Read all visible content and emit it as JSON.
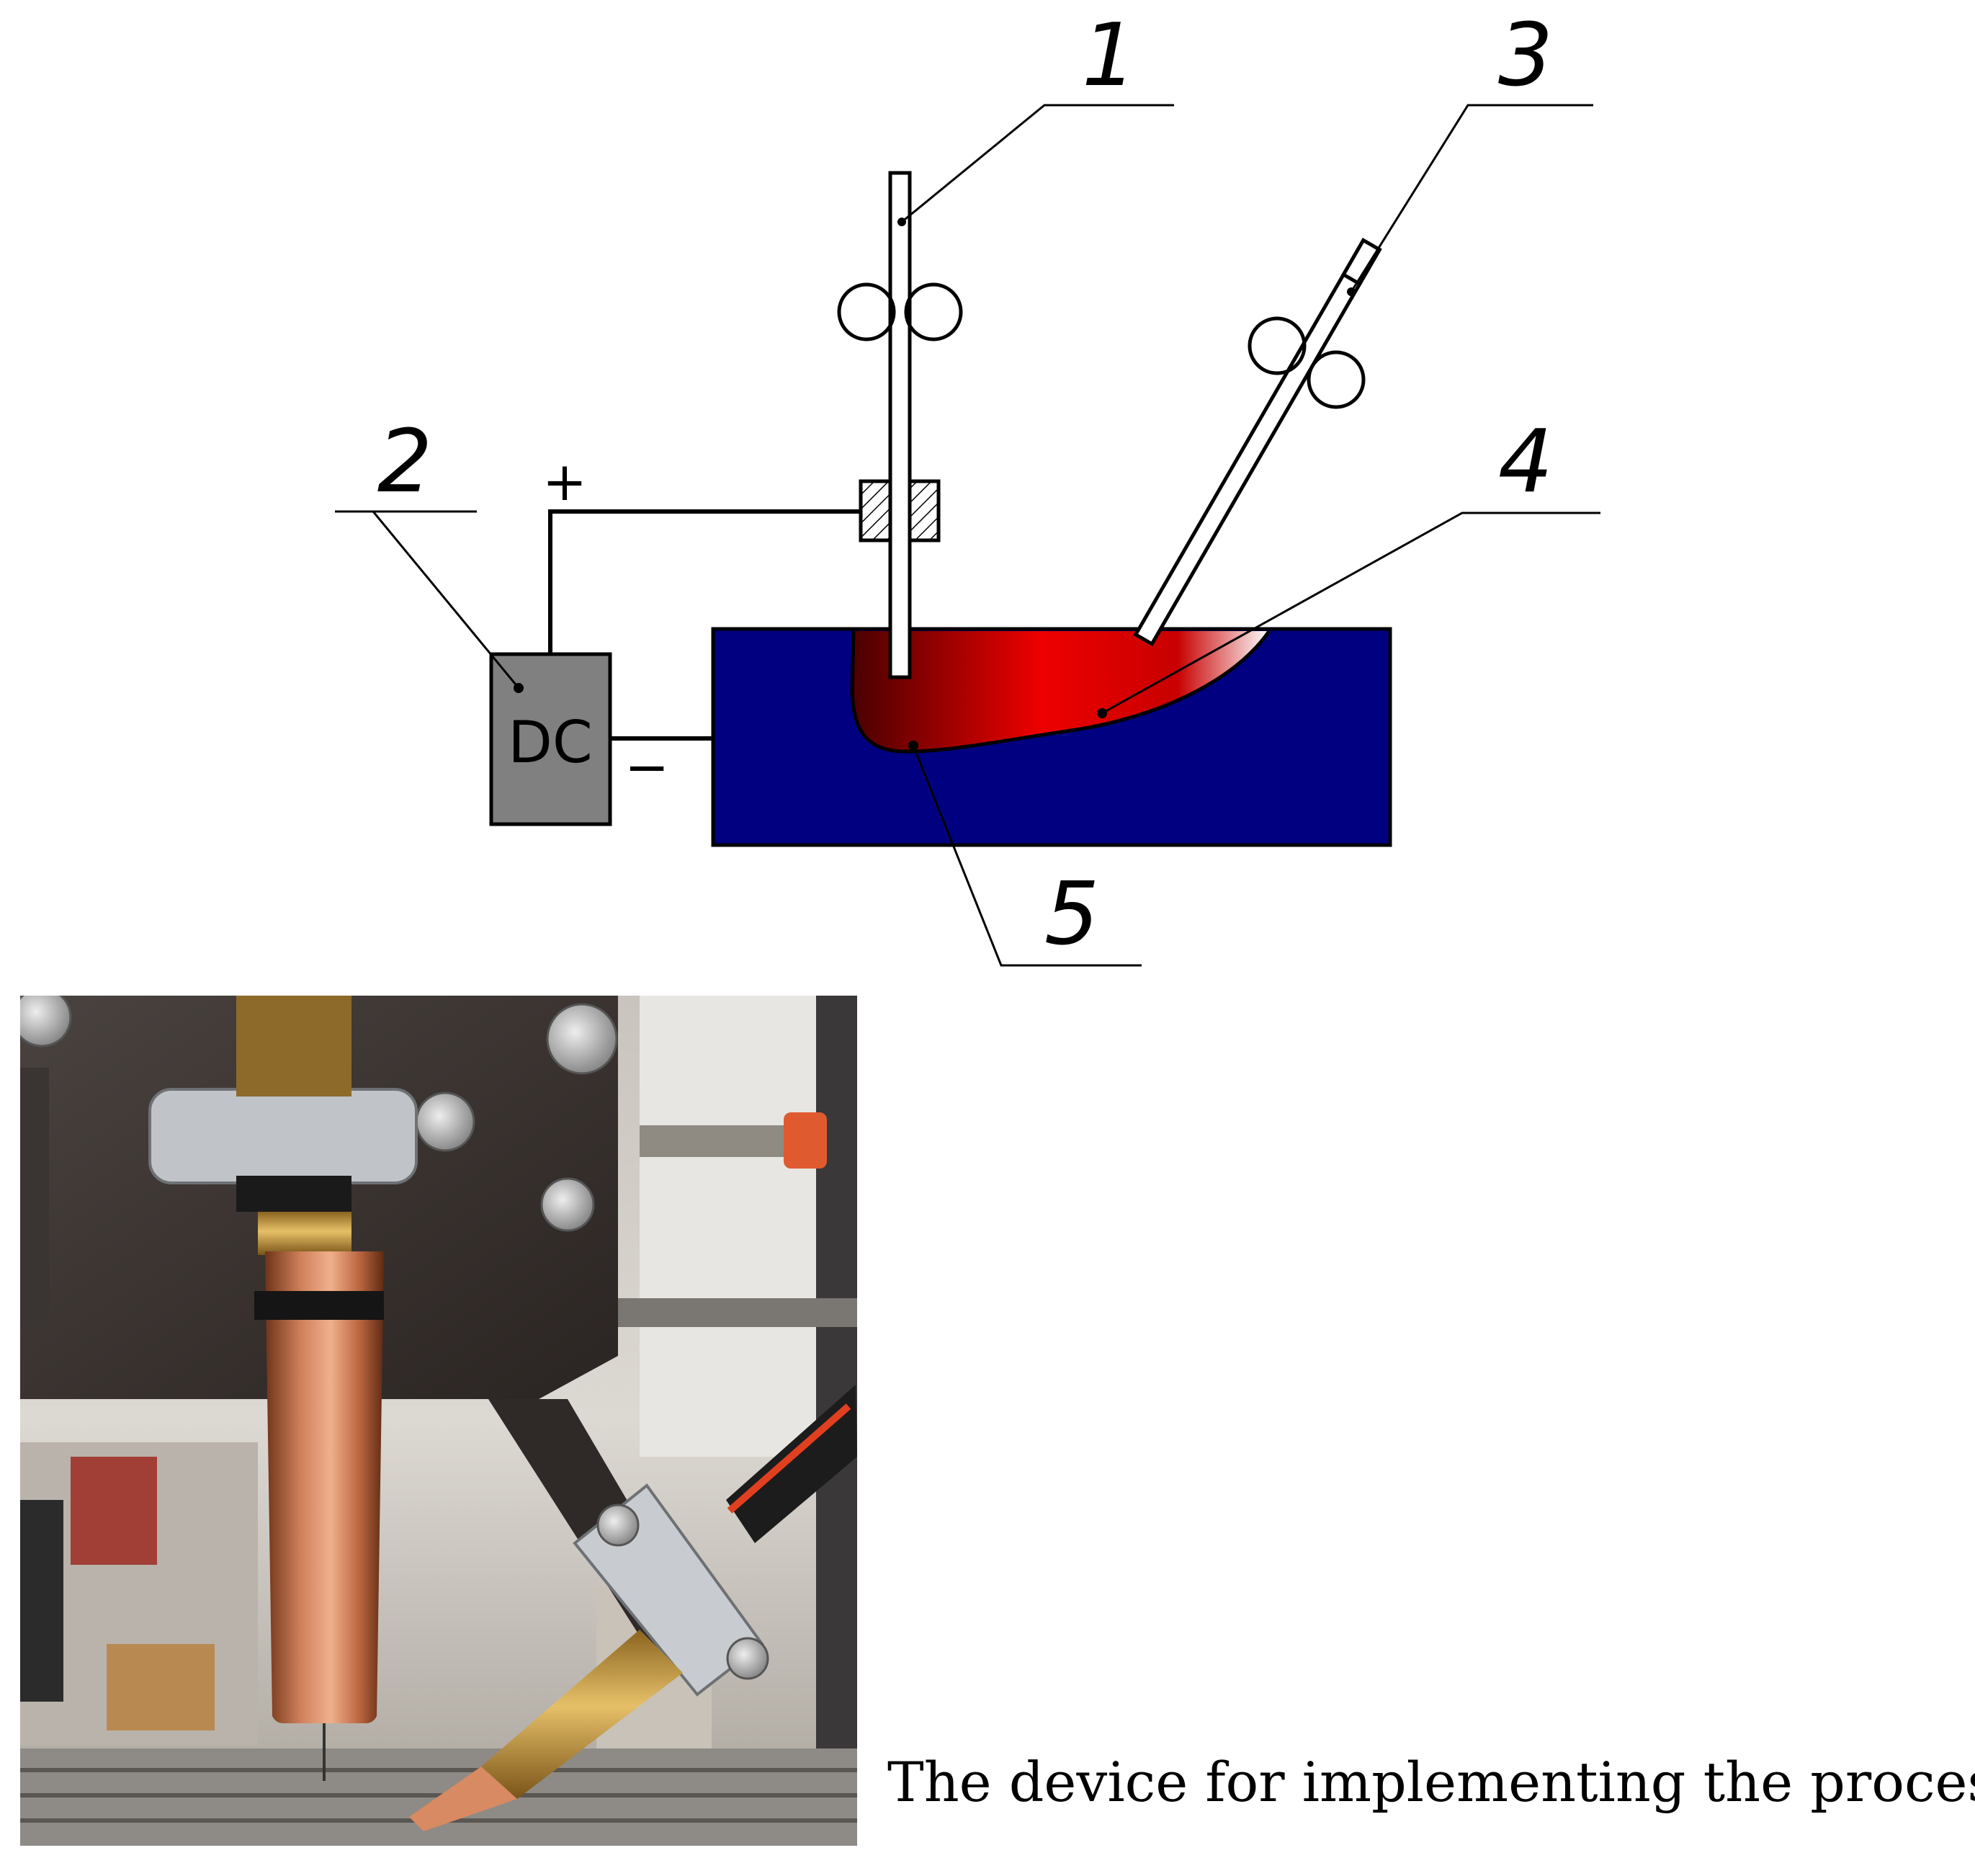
{
  "labels": {
    "electrode_1": "1",
    "power_source_2": "2",
    "filler_wire_3": "3",
    "weld_pool_4": "4",
    "fusion_boundary_5": "5",
    "power_source": "DC",
    "positive_terminal": "+",
    "negative_terminal": "−"
  },
  "caption": "The device for implementing the process",
  "colors": {
    "workpiece": "#000080",
    "weld_pool_dark": "#5a0000",
    "weld_pool_bright": "#ee0000",
    "power_source_fill": "#808080"
  }
}
